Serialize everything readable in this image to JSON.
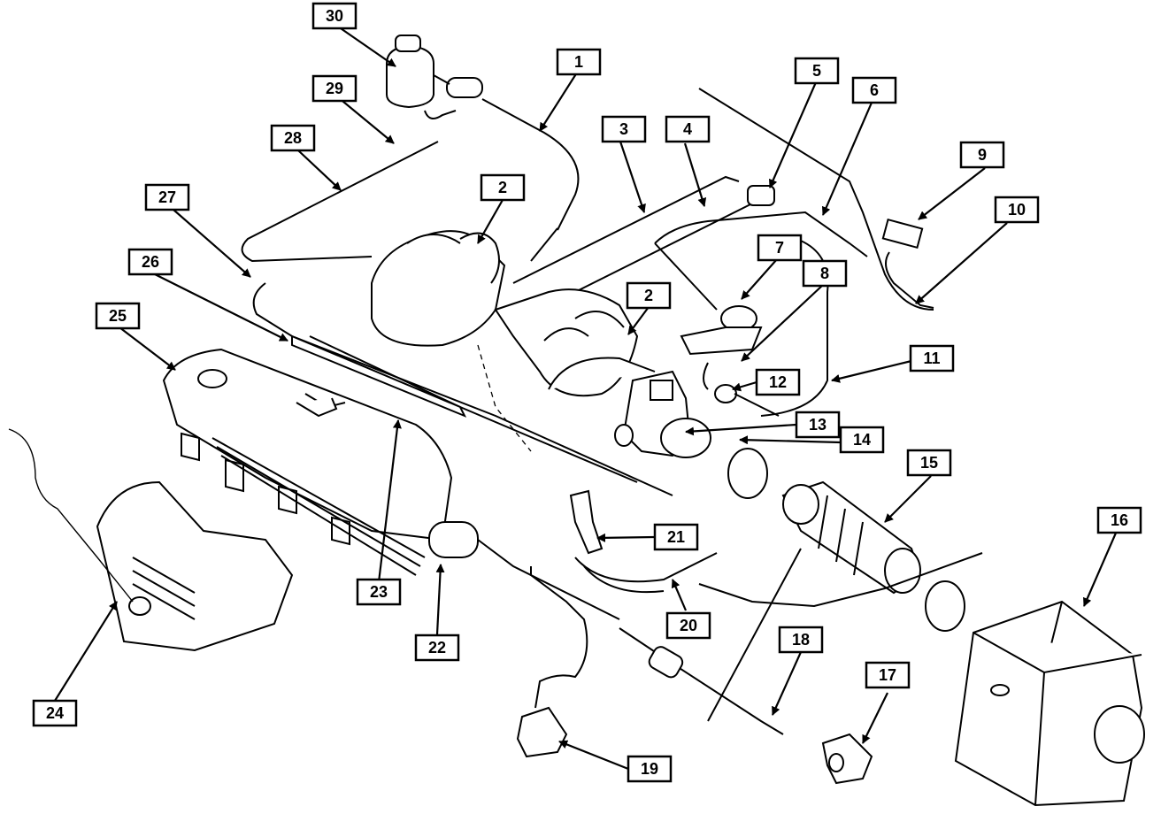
{
  "callouts": [
    "1",
    "2",
    "2",
    "3",
    "4",
    "5",
    "6",
    "7",
    "8",
    "9",
    "10",
    "11",
    "12",
    "13",
    "14",
    "15",
    "16",
    "17",
    "18",
    "19",
    "20",
    "21",
    "22",
    "23",
    "24",
    "25",
    "26",
    "27",
    "28",
    "29",
    "30"
  ]
}
